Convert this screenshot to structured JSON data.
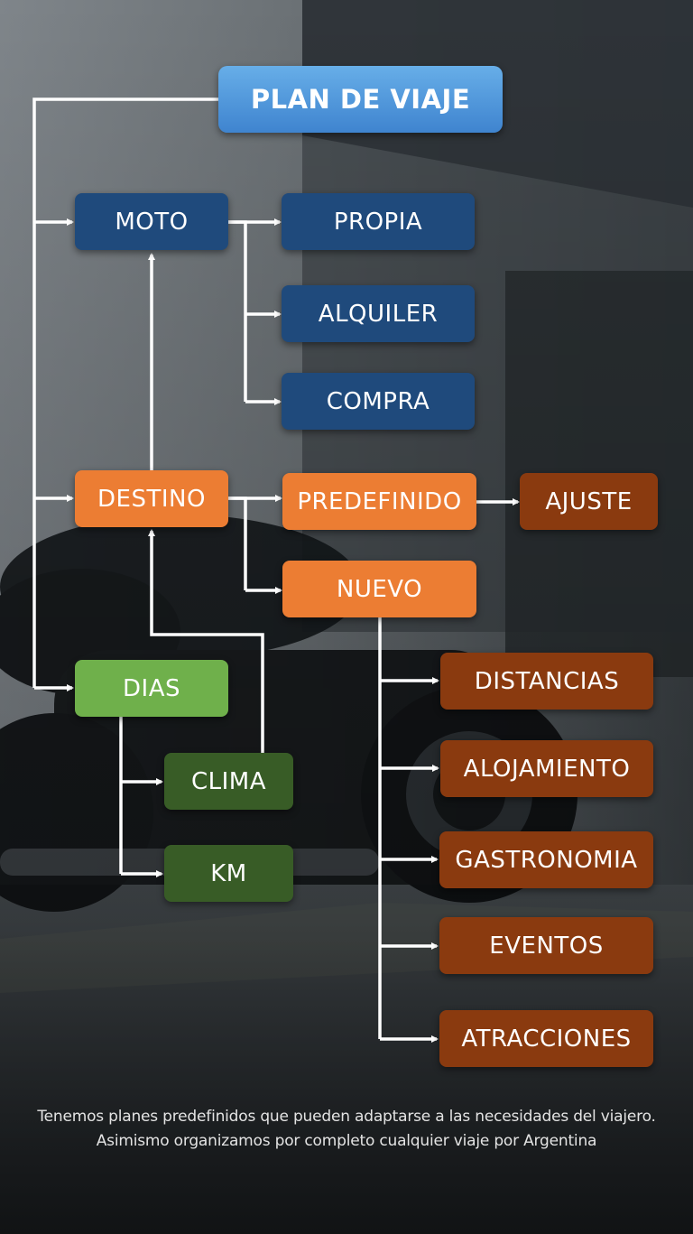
{
  "nodes": {
    "plan_de_viaje": "PLAN DE VIAJE",
    "moto": "MOTO",
    "propia": "PROPIA",
    "alquiler": "ALQUILER",
    "compra": "COMPRA",
    "destino": "DESTINO",
    "predefinido": "PREDEFINIDO",
    "ajuste": "AJUSTE",
    "nuevo": "NUEVO",
    "dias": "DIAS",
    "clima": "CLIMA",
    "km": "KM",
    "distancias": "DISTANCIAS",
    "alojamiento": "ALOJAMIENTO",
    "gastronomia": "GASTRONOMIA",
    "eventos": "EVENTOS",
    "atracciones": "ATRACCIONES"
  },
  "footer": {
    "line1": "Tenemos planes predefinidos que pueden adaptarse a las necesidades del viajero.",
    "line2": "Asimismo organizamos por completo cualquier viaje por Argentina"
  },
  "colors": {
    "title": "#4a90d9",
    "blue": "#1f4a7c",
    "orange": "#ec7d33",
    "brown": "#8a3a0f",
    "light_green": "#6fb04b",
    "dark_green": "#385c26",
    "connector": "#ffffff"
  }
}
